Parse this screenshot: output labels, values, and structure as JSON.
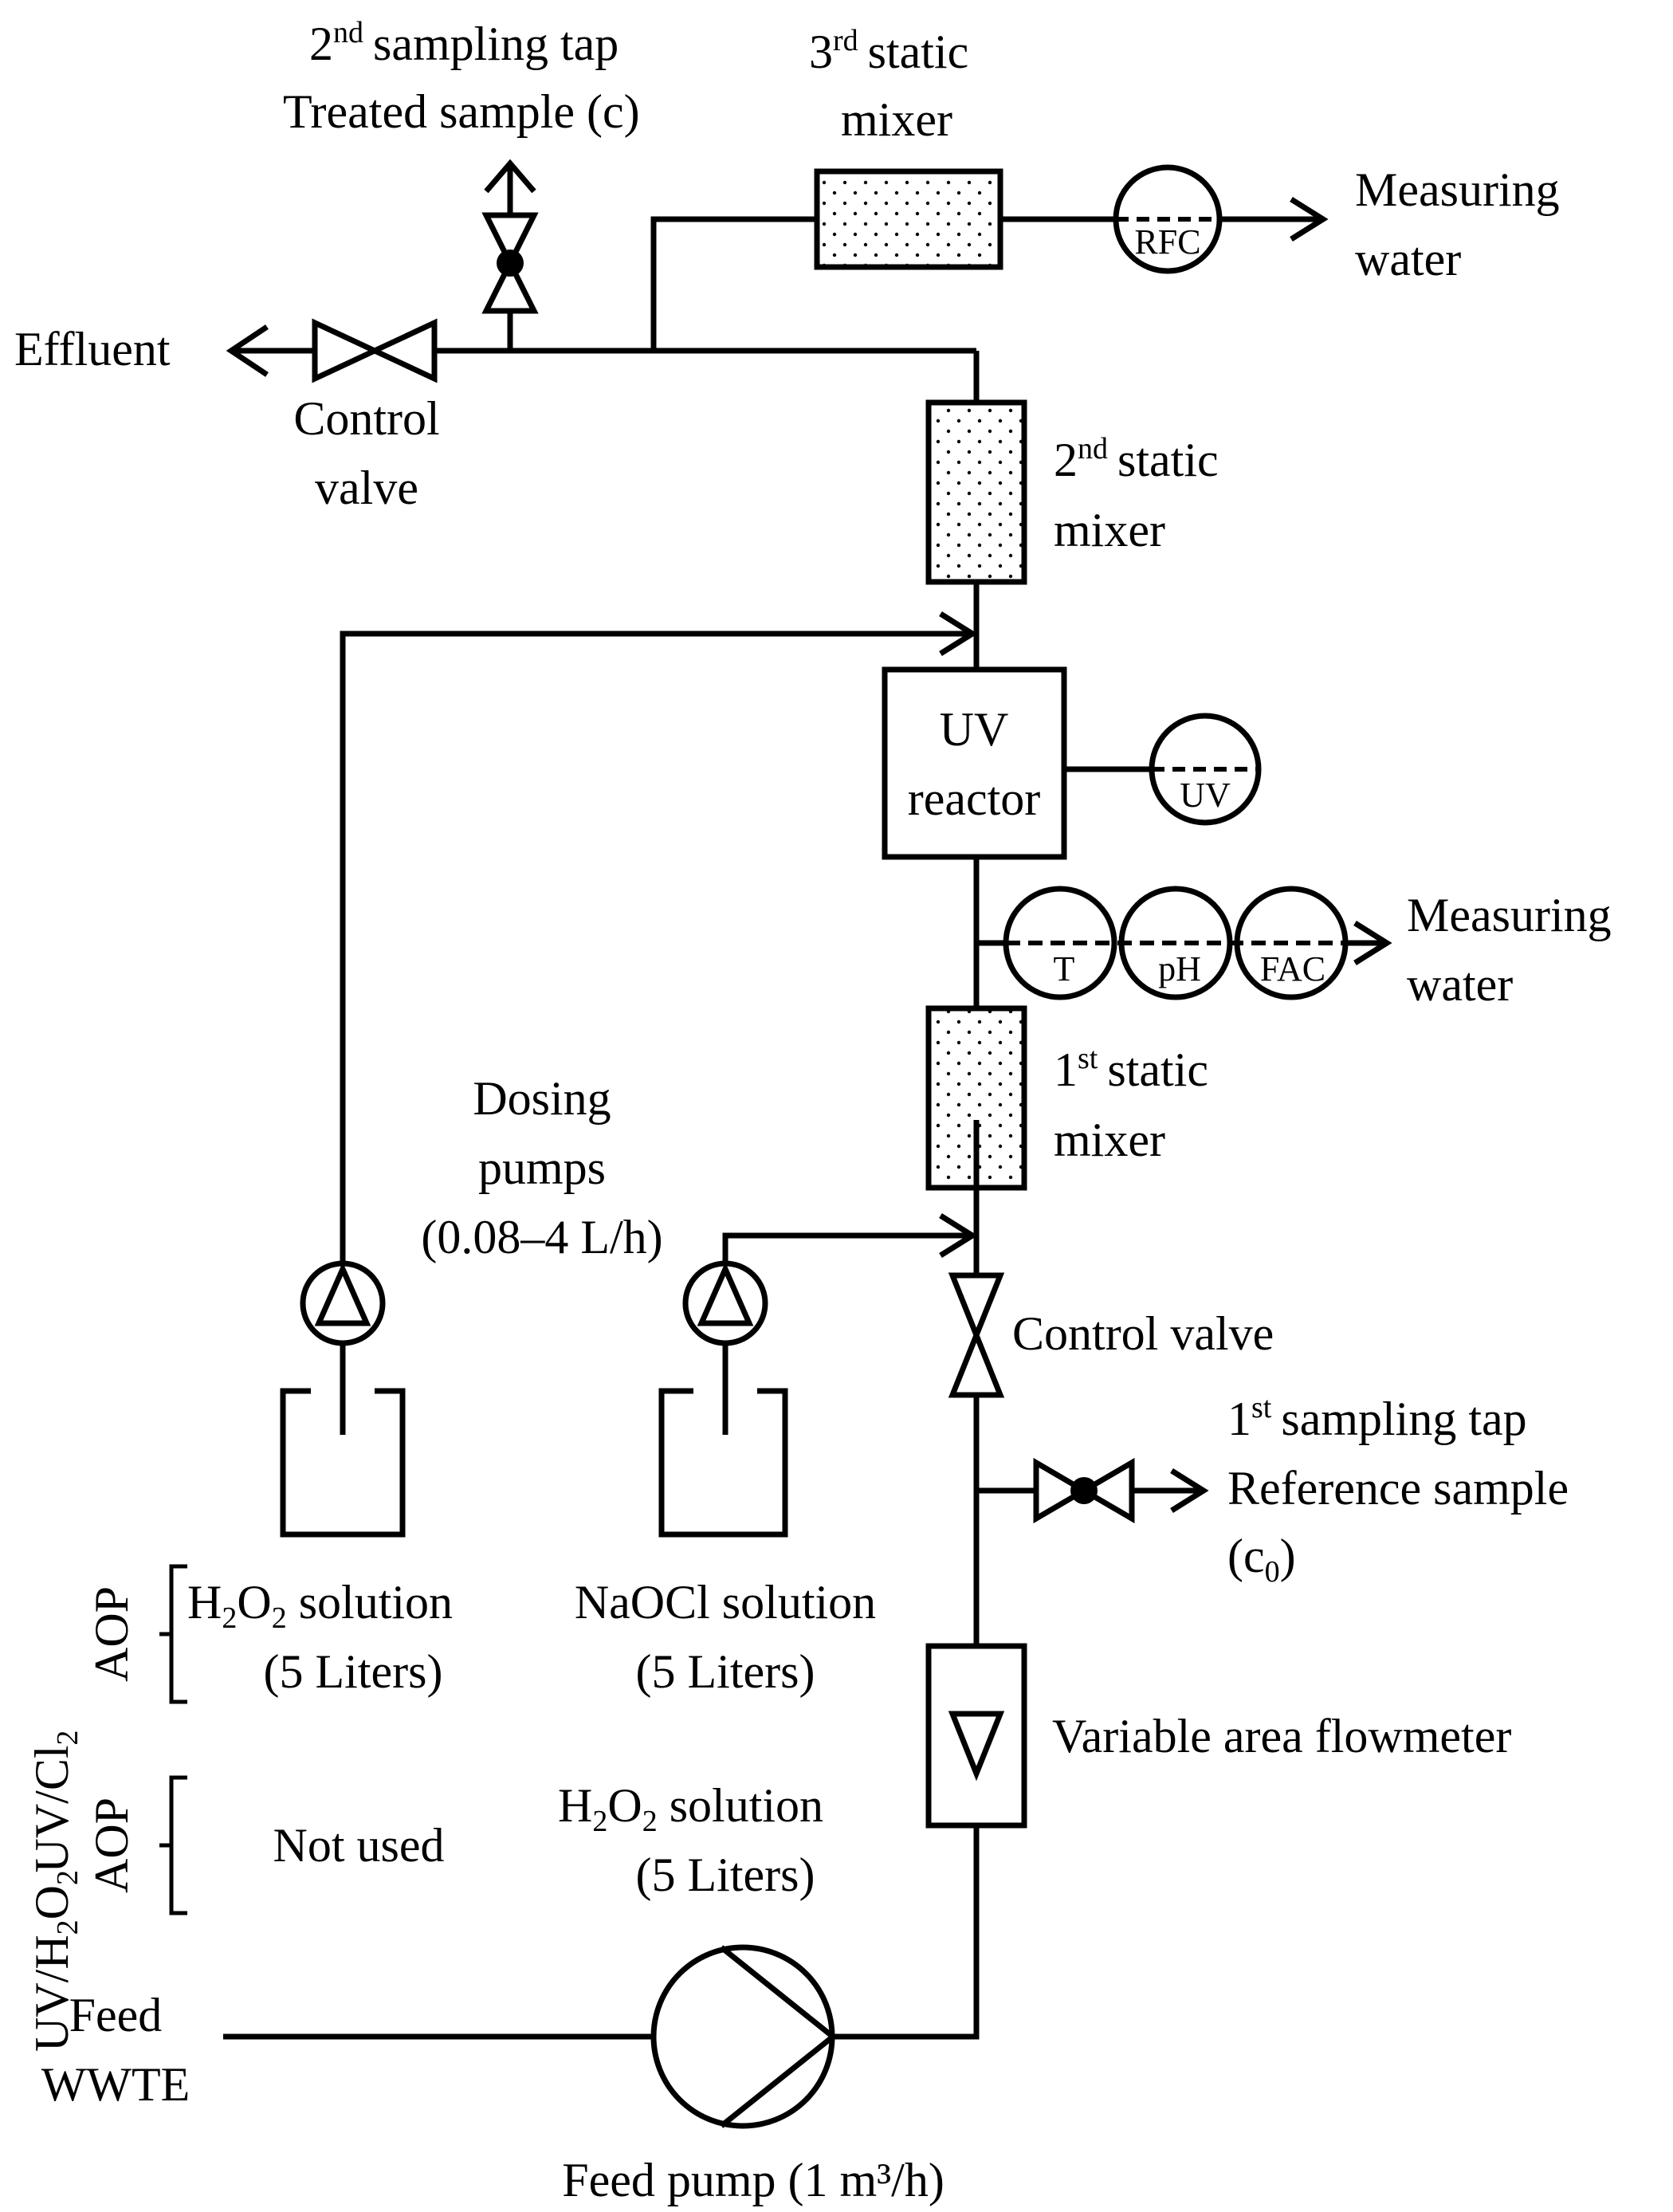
{
  "labels": {
    "tap2_line1": "sampling tap",
    "tap2_ord": "2",
    "tap2_sup": "nd",
    "tap2_line2": "Treated sample (c)",
    "mixer3_ord": "3",
    "mixer3_sup": "rd",
    "mixer3_word": "static",
    "mixer3_line2": "mixer",
    "measuring_top_1": "Measuring",
    "measuring_top_2": "water",
    "rfc": "RFC",
    "effluent": "Effluent",
    "control_valve_top_1": "Control",
    "control_valve_top_2": "valve",
    "mixer2_ord": "2",
    "mixer2_sup": "nd",
    "mixer2_word": "static",
    "mixer2_line2": "mixer",
    "uv_reactor_1": "UV",
    "uv_reactor_2": "reactor",
    "uv_sensor": "UV",
    "sensor_t": "T",
    "sensor_ph": "pH",
    "sensor_fac": "FAC",
    "measuring_mid_1": "Measuring",
    "measuring_mid_2": "water",
    "mixer1_ord": "1",
    "mixer1_sup": "st",
    "mixer1_word": "static",
    "mixer1_line2": "mixer",
    "dosing_1": "Dosing",
    "dosing_2": "pumps",
    "dosing_3": "(0.08–4 L/h)",
    "control_valve_mid": "Control valve",
    "tap1_ord": "1",
    "tap1_sup": "st",
    "tap1_line1": "sampling tap",
    "tap1_line2": "Reference sample",
    "tap1_line3_pre": "(c",
    "tap1_line3_sub": "0",
    "tap1_line3_post": ")",
    "aop_uvcl_1_pre": "UV/Cl",
    "aop_uvcl_1_sub": "2",
    "aop_uvcl_2": "AOP",
    "h2o2_sol_a_pre": "H",
    "h2o2_sol_a_sub1": "2",
    "h2o2_sol_a_mid": "O",
    "h2o2_sol_a_sub2": "2",
    "h2o2_sol_a_post": " solution",
    "h2o2_sol_a_line2": "(5 Liters)",
    "naocl_1": "NaOCl solution",
    "naocl_2": "(5 Liters)",
    "aop_uvh2o2_pre": "UV/H",
    "aop_uvh2o2_sub1": "2",
    "aop_uvh2o2_mid": "O",
    "aop_uvh2o2_sub2": "2",
    "aop_uvh2o2_2": "AOP",
    "not_used": "Not used",
    "h2o2_sol_b_pre": "H",
    "h2o2_sol_b_sub1": "2",
    "h2o2_sol_b_mid": "O",
    "h2o2_sol_b_sub2": "2",
    "h2o2_sol_b_post": " solution",
    "h2o2_sol_b_line2": "(5 Liters)",
    "flowmeter": "Variable area flowmeter",
    "feed_1": "Feed",
    "feed_2": "WWTE",
    "feed_pump": "Feed pump (1 m³/h)"
  }
}
